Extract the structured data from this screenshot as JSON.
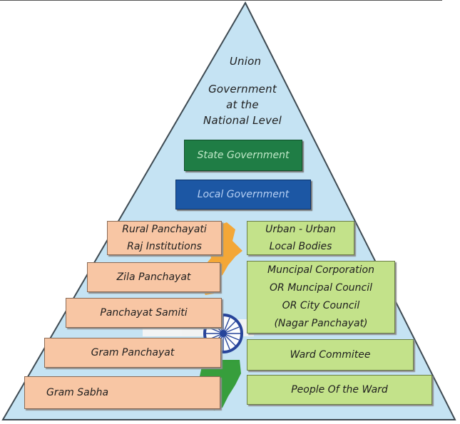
{
  "colors": {
    "pyramid_fill": "#c5e3f3",
    "pyramid_stroke": "#3e4a52",
    "rural_box": "#f8c6a4",
    "urban_box": "#c3e28a",
    "state_box": "#1f7d45",
    "local_box": "#1c57a4",
    "map_saffron": "#f6a32c",
    "map_green": "#2f9a32",
    "chakra": "#1f3c96"
  },
  "apex": {
    "line1": "Union",
    "line2": "Government",
    "line3": "at the",
    "line4": "National Level"
  },
  "state_label": "State Government",
  "local_label": "Local Government",
  "rural": {
    "header_line1": "Rural Panchayati",
    "header_line2": "Raj Institutions",
    "levels": [
      "Zila Panchayat",
      "Panchayat Samiti",
      "Gram Panchayat",
      "Gram Sabha"
    ]
  },
  "urban": {
    "header_line1": "Urban - Urban",
    "header_line2": "Local Bodies",
    "municipal": [
      "Muncipal Corporation",
      "OR Muncipal Council",
      "OR City Council",
      "(Nagar Panchayat)"
    ],
    "ward_committee": "Ward Commitee",
    "people": "People Of the Ward"
  }
}
